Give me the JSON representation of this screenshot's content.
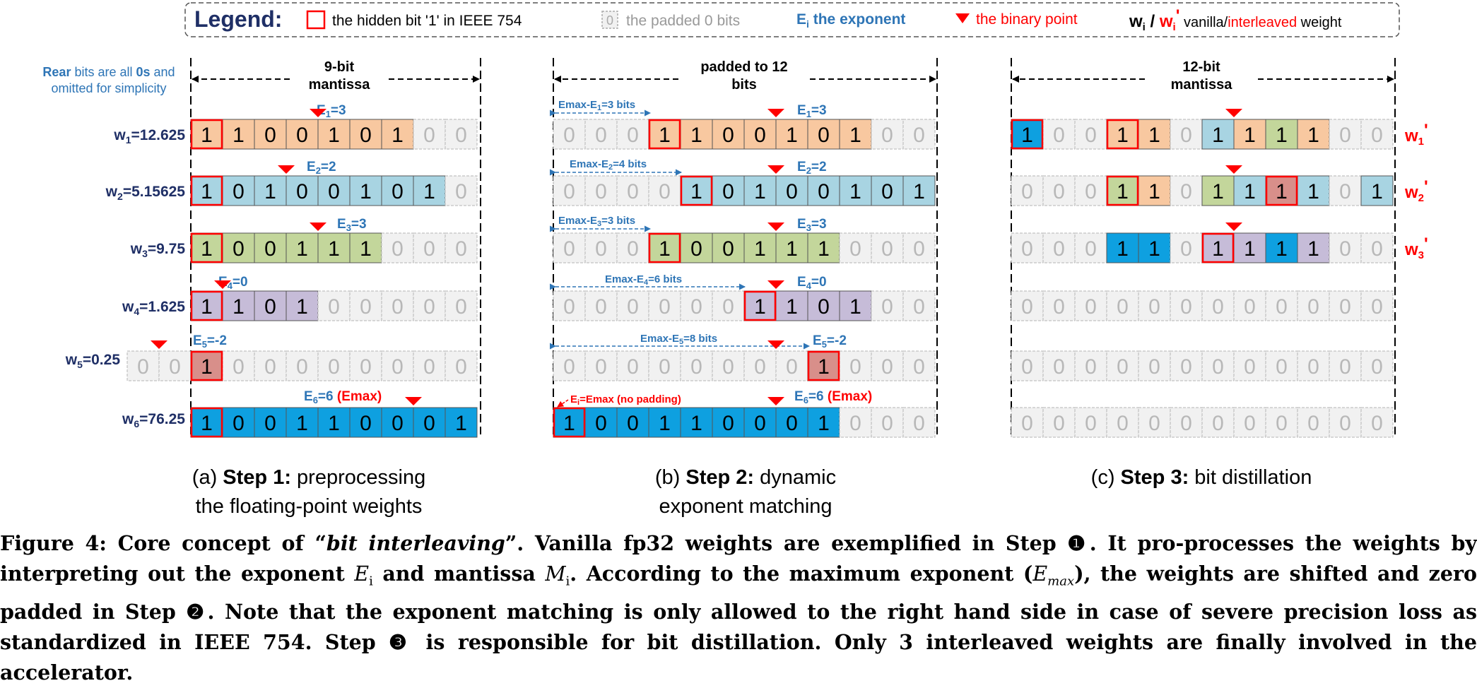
{
  "legend": {
    "title": "Legend:",
    "hidden_bit": "the hidden bit '1' in IEEE 754",
    "padded_sample": "0",
    "padded": "the padded 0 bits",
    "exponent_symbol": "E",
    "exponent_sub": "i",
    "exponent_text": " the exponent",
    "binary_point": "the binary point",
    "weight_w": "w",
    "weight_sub": "i",
    "weight_slash": " / ",
    "weight_wp": "w",
    "weight_wp_sub": "i",
    "weight_wp_prime": "'",
    "weight_vanilla": " vanilla/",
    "weight_interleaved": "interleaved",
    "weight_suffix": " weight"
  },
  "note": {
    "line1_bold": "Rear",
    "line1_rest": " bits are all ",
    "line1_zero": "0s",
    "line1_end": " and",
    "line2": "omitted for simplicity"
  },
  "colors": {
    "orange": "#f8c8a0",
    "blue": "#a8d4e2",
    "green": "#c3d69b",
    "purple": "#c6bcd8",
    "brightblue": "#0ea0e0",
    "rose": "#d88f8a",
    "pad": "#f1f1f1",
    "red": "#ff0000",
    "navy": "#1f2f66",
    "expblue": "#2e75b6"
  },
  "weights": [
    {
      "label": "w",
      "sub": "1",
      "value": "=12.625"
    },
    {
      "label": "w",
      "sub": "2",
      "value": "=5.15625"
    },
    {
      "label": "w",
      "sub": "3",
      "value": "=9.75"
    },
    {
      "label": "w",
      "sub": "4",
      "value": "=1.625"
    },
    {
      "label": "w",
      "sub": "5",
      "value": "=0.25"
    },
    {
      "label": "w",
      "sub": "6",
      "value": "=76.25"
    }
  ],
  "panel_a": {
    "header": [
      "9-bit",
      "mantissa"
    ],
    "caption_prefix": "(a) ",
    "caption_bold": "Step 1:",
    "caption_rest": " preprocessing",
    "caption_line2": "the floating-point weights",
    "exponents": [
      {
        "text": "E",
        "sub": "1",
        "rest": "=3"
      },
      {
        "text": "E",
        "sub": "2",
        "rest": "=2"
      },
      {
        "text": "E",
        "sub": "3",
        "rest": "=3"
      },
      {
        "text": "E",
        "sub": "4",
        "rest": "=0"
      },
      {
        "text": "E",
        "sub": "5",
        "rest": "=-2"
      },
      {
        "text": "E",
        "sub": "6",
        "rest": "=6 ",
        "emax": "(Emax)"
      }
    ]
  },
  "panel_b": {
    "header": [
      "padded to 12",
      "bits"
    ],
    "caption_prefix": "(b) ",
    "caption_bold": "Step 2:",
    "caption_rest": " dynamic",
    "caption_line2": "exponent matching",
    "pads": [
      {
        "text": "Emax-E",
        "sub": "1",
        "rest": "=3 bits"
      },
      {
        "text": "Emax-E",
        "sub": "2",
        "rest": "=4 bits"
      },
      {
        "text": "Emax-E",
        "sub": "3",
        "rest": "=3 bits"
      },
      {
        "text": "Emax-E",
        "sub": "4",
        "rest": "=6 bits"
      },
      {
        "text": "Emax-E",
        "sub": "5",
        "rest": "=8 bits"
      },
      {
        "text": "E",
        "sub": "i",
        "rest": "=Emax (no padding)"
      }
    ]
  },
  "panel_c": {
    "header": [
      "12-bit",
      "mantissa"
    ],
    "caption_prefix": "(c) ",
    "caption_bold": "Step 3:",
    "caption_rest": " bit distillation",
    "outputs": [
      {
        "label": "w",
        "sub": "1",
        "prime": "'"
      },
      {
        "label": "w",
        "sub": "2",
        "prime": "'"
      },
      {
        "label": "w",
        "sub": "3",
        "prime": "'"
      }
    ]
  },
  "caption": {
    "lead": "Figure 4: Core concept of “",
    "italic": "bit interleaving",
    "after_italic": "”. Vanilla fp32 weights are exemplified in Step ❶. It pro-processes the weights by interpreting out the exponent ",
    "ei": "E",
    "ei_sub": "i",
    "mid1": " and mantissa ",
    "mi": "M",
    "mi_sub": "i",
    "mid2": ". According to the maximum exponent (",
    "emax": "E",
    "emax_sub": "max",
    "rest": "), the weights are shifted and zero padded in Step ❷. Note that the exponent matching is only allowed to the right hand side in case of severe precision loss as standardized in IEEE 754. Step ❸ is responsible for bit distillation. Only 3 interleaved weights are finally involved in the accelerator."
  }
}
